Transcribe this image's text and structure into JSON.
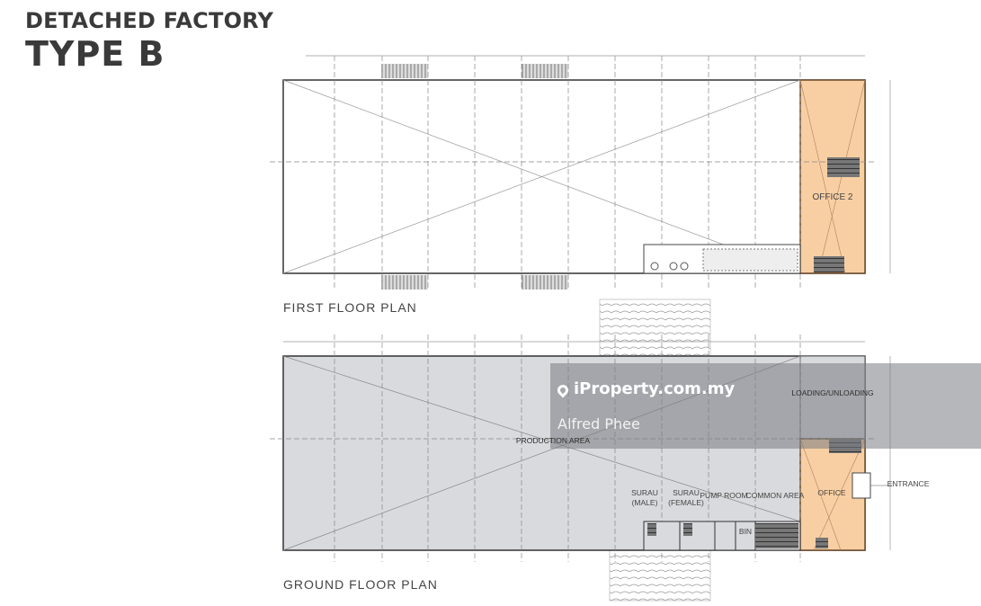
{
  "title": {
    "line1": "DETACHED FACTORY",
    "line2": "TYPE B"
  },
  "first_floor": {
    "plan_label": "FIRST FLOOR PLAN",
    "rooms": [
      {
        "name": "OFFICE 2"
      }
    ]
  },
  "ground_floor": {
    "plan_label": "GROUND FLOOR PLAN",
    "rooms": [
      {
        "name": "PRODUCTION AREA"
      },
      {
        "name": "LOADING/UNLOADING"
      },
      {
        "name": "SURAU (MALE)"
      },
      {
        "name": "SURAU (FEMALE)"
      },
      {
        "name": "PUMP ROOM"
      },
      {
        "name": "COMMON AREA"
      },
      {
        "name": "OFFICE"
      },
      {
        "name": "ENTRANCE"
      },
      {
        "name": "BIN"
      }
    ]
  },
  "watermark": {
    "brand": "iProperty.com.my",
    "agent": "Alfred Phee"
  },
  "colors": {
    "office": "#f8cfa3",
    "ground_fill": "#d9dadd",
    "line": "#444444"
  }
}
